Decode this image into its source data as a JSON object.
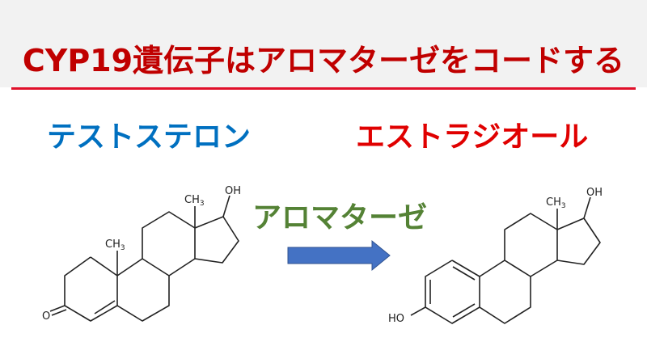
{
  "header": {
    "title": "CYP19遺伝子はアロマターゼをコードする"
  },
  "labels": {
    "substrate": "テストステロン",
    "enzyme": "アロマターゼ",
    "product": "エストラジオール"
  },
  "molecules": {
    "testosterone": {
      "oh": "OH",
      "methyl_top": "CH",
      "methyl_top_sub": "3",
      "methyl_mid": "CH",
      "methyl_mid_sub": "3",
      "ketone": "O"
    },
    "estradiol": {
      "oh_top": "OH",
      "methyl": "CH",
      "methyl_sub": "3",
      "oh_bottom": "HO"
    }
  },
  "colors": {
    "title": "#c00000",
    "title_rule": "#e0102a",
    "title_band": "#f2f2f2",
    "substrate_label": "#0070c0",
    "enzyme_label": "#548235",
    "product_label": "#e00000",
    "arrow": "#4472c4",
    "arrow_border": "#2f528f"
  },
  "icons": {
    "reaction_arrow": "arrow-right-icon"
  }
}
